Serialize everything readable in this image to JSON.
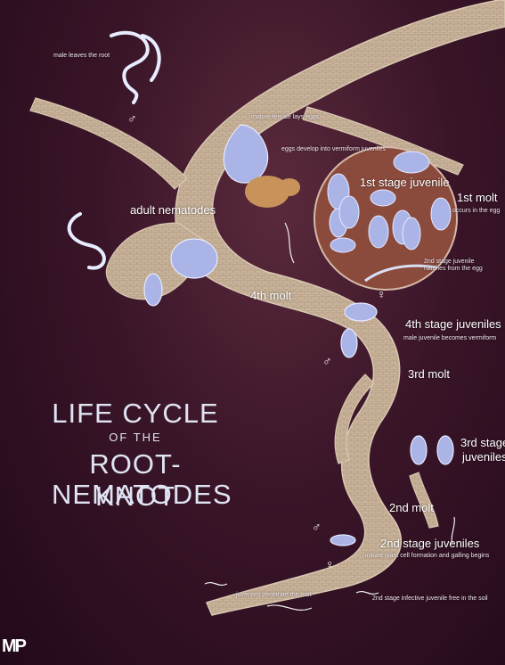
{
  "title": {
    "line1": "LIFE CYCLE",
    "line2": "OF THE",
    "line3": "ROOT-KNOT",
    "line4": "NEMATODES"
  },
  "labels": {
    "male_leaves": "male leaves the root",
    "female_lays": "mature female lays eggs",
    "eggs_develop": "eggs develop into vermiform juveniles",
    "first_stage": "1st stage juvenile",
    "first_molt": "1st molt",
    "first_molt_note": "occurs in the egg",
    "adult": "adult nematodes",
    "second_hatch_a": "2nd stage juvenile",
    "second_hatch_b": "hatches from the egg",
    "fourth_molt": "4th molt",
    "fourth_stage": "4th stage juveniles",
    "fourth_stage_note": "male juvenile becomes vermiform",
    "third_molt": "3rd molt",
    "third_stage_a": "3rd stage",
    "third_stage_b": "juveniles",
    "second_molt": "2nd molt",
    "second_stage": "2nd stage juveniles",
    "second_stage_note": "initiate giant cell formation and galling begins",
    "penetrate": "juveniles penetrate the root",
    "infective": "2nd stage infective juvenile free in the soil"
  },
  "symbols": {
    "male": "♂",
    "female": "♀"
  },
  "logo": "MP",
  "colors": {
    "background": "#3a1528",
    "root": "#c9b39a",
    "egg_circle": "#8a4a3c",
    "nematode": "#aab4e6",
    "title": "#dfe3f2"
  }
}
